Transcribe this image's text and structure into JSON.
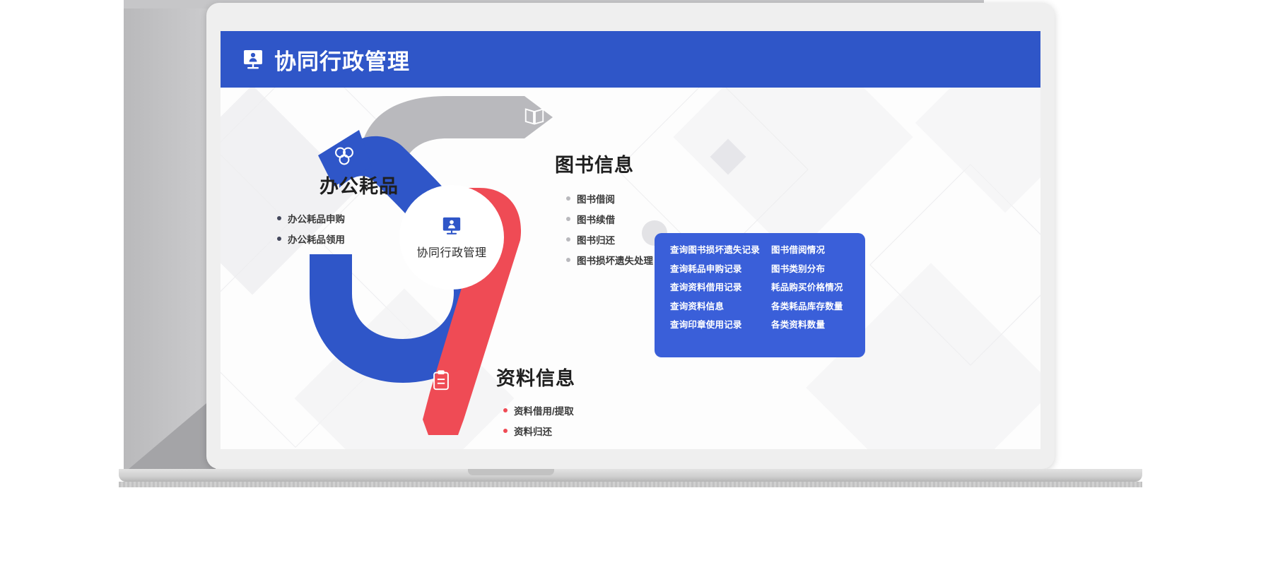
{
  "header": {
    "title": "协同行政管理",
    "icon": "presentation-user-icon",
    "bg_color": "#2f56c8"
  },
  "hub": {
    "label": "协同行政管理",
    "icon": "monitor-user-icon"
  },
  "branches": [
    {
      "id": "office-supplies",
      "title": "办公耗品",
      "icon": "molecule-icon",
      "color": "#2f56c8",
      "items": [
        "办公耗品申购",
        "办公耗品领用"
      ]
    },
    {
      "id": "book-info",
      "title": "图书信息",
      "icon": "open-book-icon",
      "color": "#b9b9bd",
      "items": [
        "图书借阅",
        "图书续借",
        "图书归还",
        "图书损坏遗失处理"
      ]
    },
    {
      "id": "document-info",
      "title": "资料信息",
      "icon": "clipboard-icon",
      "color": "#ef4b55",
      "items": [
        "资料借用/提取",
        "资料归还"
      ]
    }
  ],
  "query_panel": {
    "bg_color": "#3a5fd9",
    "left_column": [
      "查询图书损坏遗失记录",
      "查询耗品申购记录",
      "查询资料借用记录",
      "查询资料信息",
      "查询印章使用记录"
    ],
    "right_column": [
      "图书借阅情况",
      "图书类别分布",
      "耗品购买价格情况",
      "各类耗品库存数量",
      "各类资料数量"
    ]
  },
  "colors": {
    "brand_blue": "#2f56c8",
    "ribbon_blue": "#2f56c8",
    "ribbon_grey": "#b9b9bd",
    "ribbon_red": "#ef4b55",
    "panel_blue": "#3a5fd9"
  }
}
